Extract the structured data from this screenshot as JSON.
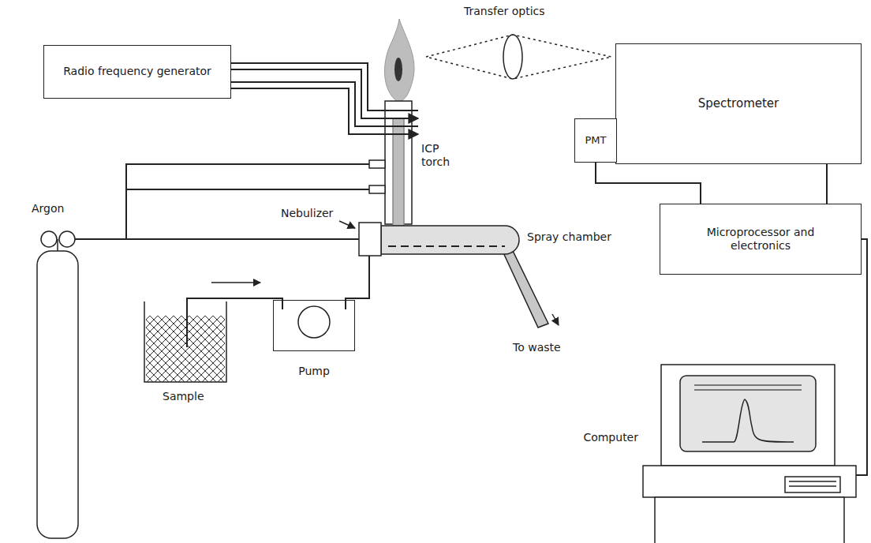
{
  "diagram": {
    "nodes": [
      {
        "text": [
          "Radio frequency generator"
        ]
      },
      {
        "text": [
          "Spectrometer"
        ]
      },
      {
        "text": [
          "PMT"
        ]
      },
      {
        "text": [
          "Microprocessor and electronics"
        ]
      },
      {
        "text": [
          "Pump"
        ]
      },
      {
        "text": [
          "Computer"
        ]
      }
    ],
    "edges": [
      {
        "from": 2,
        "to": 3,
        "arrow": "none"
      },
      {
        "from": 1,
        "to": 3,
        "arrow": "none"
      },
      {
        "from": 3,
        "to": 5,
        "arrow": "none"
      }
    ],
    "labels": [
      "Transfer optics",
      "ICP torch",
      "Argon",
      "Nebulizer",
      "Spray chamber",
      "Sample",
      "To waste"
    ]
  }
}
